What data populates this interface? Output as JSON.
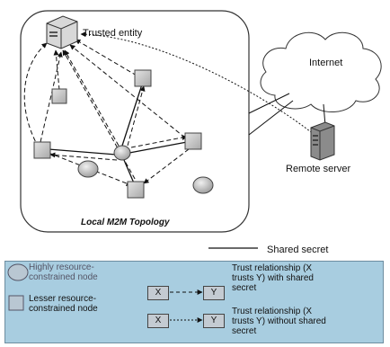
{
  "labels": {
    "trusted_entity": "Trusted entity",
    "internet": "Internet",
    "remote_server": "Remote server",
    "topology": "Local M2M Topology",
    "shared_secret": "Shared secret"
  },
  "legend": {
    "highly_constrained": "Highly resource-constrained node",
    "lesser_constrained": "Lesser resource-constrained node",
    "x": "X",
    "y": "Y",
    "trust_with_secret": "Trust relationship (X trusts Y) with shared secret",
    "trust_without_secret": "Trust relationship (X trusts Y) without shared secret"
  },
  "colors": {
    "node_fill": "#c9c9c9",
    "legend_bg": "#a8cde0"
  }
}
